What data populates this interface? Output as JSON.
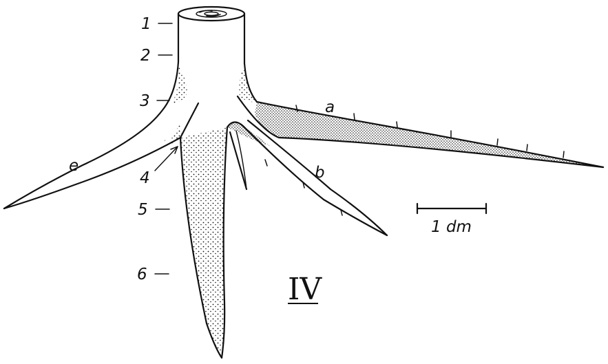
{
  "figure": {
    "panel_numeral": "IV",
    "scale_bar_label": "1 dm",
    "depth_markers": [
      "1",
      "2",
      "3",
      "4",
      "5",
      "6"
    ],
    "root_labels": [
      "a",
      "b",
      "e"
    ]
  }
}
